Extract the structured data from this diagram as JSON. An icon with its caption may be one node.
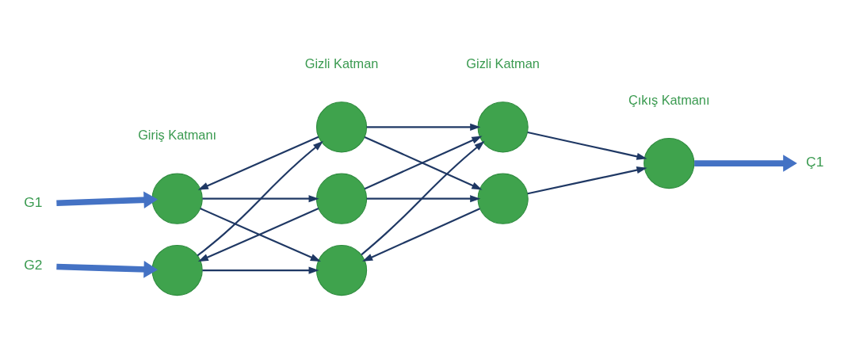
{
  "diagram": {
    "nodes": [
      {
        "text": [
          "G1"
        ]
      },
      {
        "text": [
          "G2"
        ]
      },
      {
        "text": [],
        "shape": "circle"
      },
      {
        "text": [],
        "shape": "circle"
      },
      {
        "text": [],
        "shape": "circle"
      },
      {
        "text": [],
        "shape": "circle"
      },
      {
        "text": [],
        "shape": "circle"
      },
      {
        "text": [],
        "shape": "circle"
      },
      {
        "text": [],
        "shape": "circle"
      },
      {
        "text": [],
        "shape": "circle"
      },
      {
        "text": [
          "Ç1"
        ]
      }
    ],
    "edges": [
      {
        "from": 0,
        "to": 2,
        "arrow": "to",
        "style": "thick",
        "color": "#4472c4"
      },
      {
        "from": 1,
        "to": 3,
        "arrow": "to",
        "style": "thick",
        "color": "#4472c4"
      },
      {
        "from": 4,
        "to": 2,
        "arrow": "to"
      },
      {
        "from": 3,
        "to": 4,
        "arrow": "to"
      },
      {
        "from": 2,
        "to": 5,
        "arrow": "to"
      },
      {
        "from": 5,
        "to": 3,
        "arrow": "to"
      },
      {
        "from": 2,
        "to": 6,
        "arrow": "to"
      },
      {
        "from": 3,
        "to": 6,
        "arrow": "to"
      },
      {
        "from": 4,
        "to": 7,
        "arrow": "to"
      },
      {
        "from": 4,
        "to": 8,
        "arrow": "to"
      },
      {
        "from": 5,
        "to": 7,
        "arrow": "to"
      },
      {
        "from": 5,
        "to": 8,
        "arrow": "to"
      },
      {
        "from": 8,
        "to": 6,
        "arrow": "to"
      },
      {
        "from": 6,
        "to": 7,
        "arrow": "to"
      },
      {
        "from": 7,
        "to": 9,
        "arrow": "to"
      },
      {
        "from": 8,
        "to": 9,
        "arrow": "to"
      },
      {
        "from": 9,
        "to": 10,
        "arrow": "to",
        "style": "thick",
        "color": "#4472c4"
      }
    ],
    "labels": [
      "Gizli Katman",
      "Giriş Katmanı",
      "Gizli Katman",
      "Çıkış Katmanı"
    ]
  }
}
